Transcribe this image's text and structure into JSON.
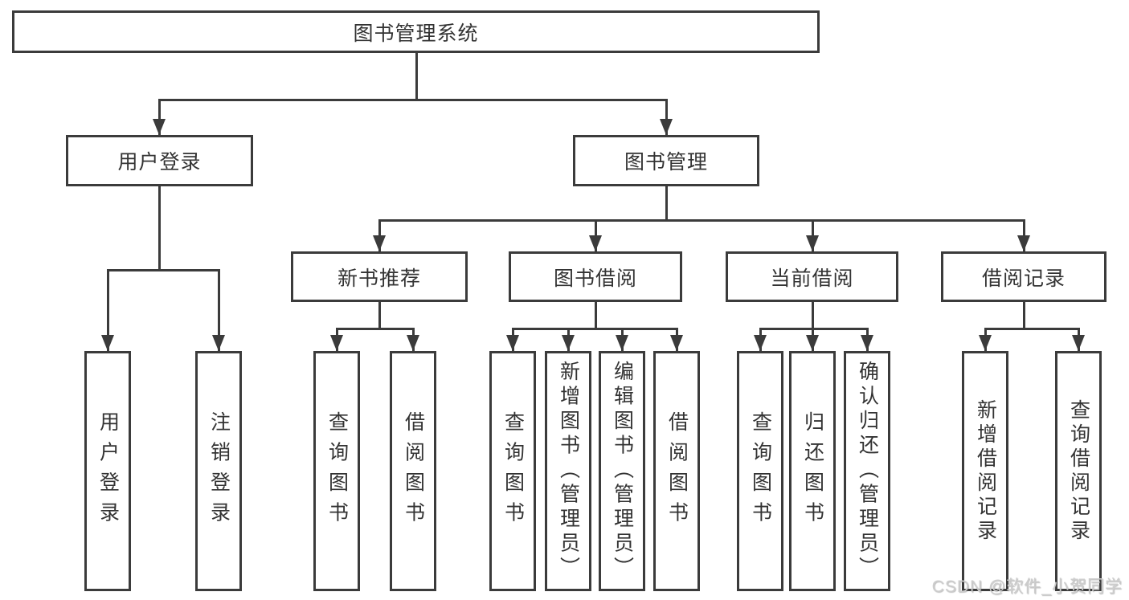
{
  "colors": {
    "line": "#3b3b3b",
    "text": "#333333",
    "background": "#ffffff",
    "watermark": "#cdcdcd"
  },
  "watermark": {
    "text": "CSDN @软件_小贺同学"
  },
  "tree": {
    "label": "图书管理系统",
    "children": [
      {
        "label": "用户登录",
        "children": [
          {
            "label": "用户登录"
          },
          {
            "label": "注销登录"
          }
        ]
      },
      {
        "label": "图书管理",
        "children": [
          {
            "label": "新书推荐",
            "children": [
              {
                "label": "查询图书"
              },
              {
                "label": "借阅图书"
              }
            ]
          },
          {
            "label": "图书借阅",
            "children": [
              {
                "label": "查询图书"
              },
              {
                "label": "新增图书（管理员）"
              },
              {
                "label": "编辑图书（管理员）"
              },
              {
                "label": "借阅图书"
              }
            ]
          },
          {
            "label": "当前借阅",
            "children": [
              {
                "label": "查询图书"
              },
              {
                "label": "归还图书"
              },
              {
                "label": "确认归还（管理员）"
              }
            ]
          },
          {
            "label": "借阅记录",
            "children": [
              {
                "label": "新增借阅记录"
              },
              {
                "label": "查询借阅记录"
              }
            ]
          }
        ]
      }
    ]
  }
}
